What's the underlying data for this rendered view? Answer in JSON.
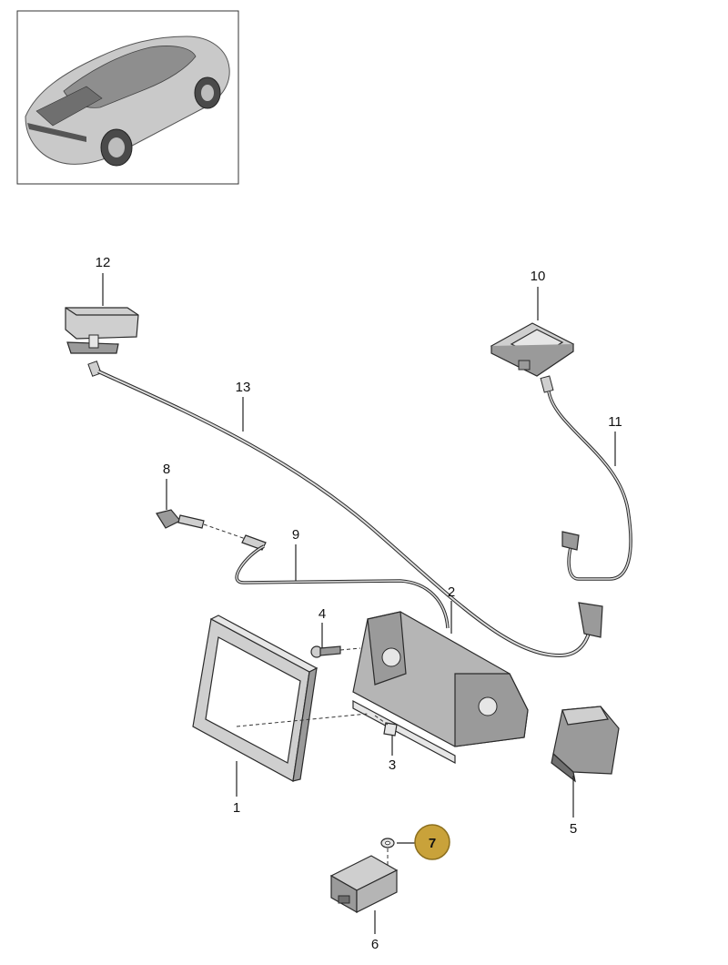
{
  "colors": {
    "highlight_fill": "#c9a23a",
    "highlight_stroke": "#8c6f1e",
    "highlight_text": "#ffffff",
    "part_fill": "#cfcfcf",
    "part_dark": "#9a9a9a",
    "part_light": "#e6e6e6",
    "line": "#2a2a2a"
  },
  "overview_image": {
    "subject": "car-rear-three-quarter-view"
  },
  "callouts": {
    "c1": "1",
    "c2": "2",
    "c3": "3",
    "c4": "4",
    "c5": "5",
    "c6": "6",
    "c7": "7",
    "c8": "8",
    "c9": "9",
    "c10": "10",
    "c11": "11",
    "c12": "12",
    "c13": "13"
  },
  "highlighted_callout": "7"
}
